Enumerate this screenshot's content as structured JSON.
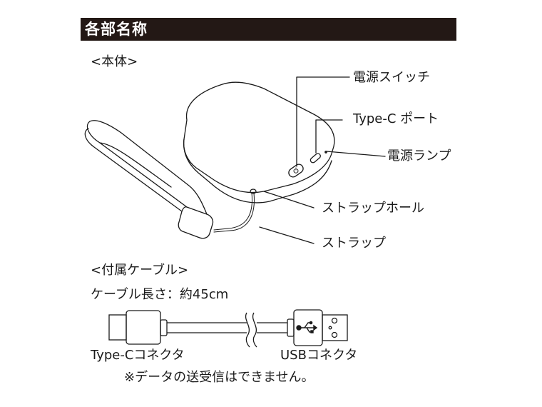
{
  "header": {
    "title": "各部名称"
  },
  "body_section": {
    "title": "<本体>",
    "labels": {
      "power_switch": "電源スイッチ",
      "typec_port": "Type-C ポート",
      "power_lamp": "電源ランプ",
      "strap_hole": "ストラップホール",
      "strap": "ストラップ"
    }
  },
  "cable_section": {
    "title": "<付属ケーブル>",
    "length_text": "ケーブル長さ：約45cm",
    "typec_connector_label": "Type-Cコネクタ",
    "usb_connector_label": "USBコネクタ",
    "note": "※データの送受信はできません。"
  },
  "colors": {
    "header_bg": "#231815",
    "header_text": "#ffffff",
    "line": "#1a1a1a"
  }
}
